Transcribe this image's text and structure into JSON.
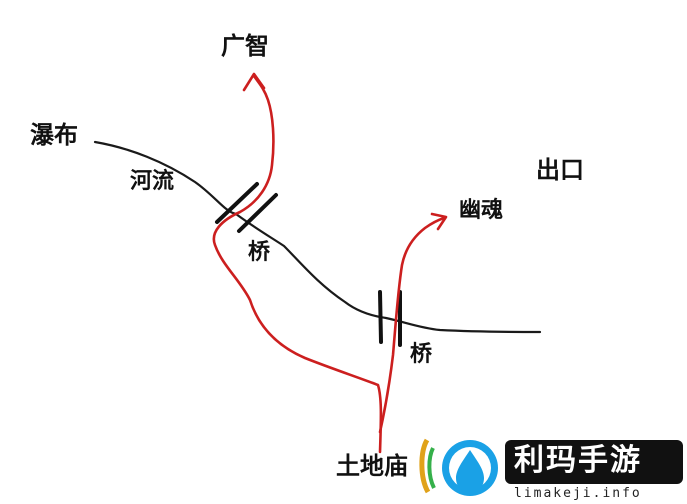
{
  "labels": {
    "guangzhi": "广智",
    "pubu": "瀑布",
    "heliu": "河流",
    "chukou": "出口",
    "youhun": "幽魂",
    "qiao_upper": "桥",
    "qiao_lower": "桥",
    "tudimiao": "土地庙"
  },
  "colors": {
    "river": "#1a1a1a",
    "route": "#cc1f1f",
    "watermark_bg": "#111111",
    "watermark_logo": "#1aa1e6"
  },
  "watermark": {
    "text": "利玛手游",
    "sub": "limakeji.info",
    "logo_icon": "water-drop-logo"
  }
}
